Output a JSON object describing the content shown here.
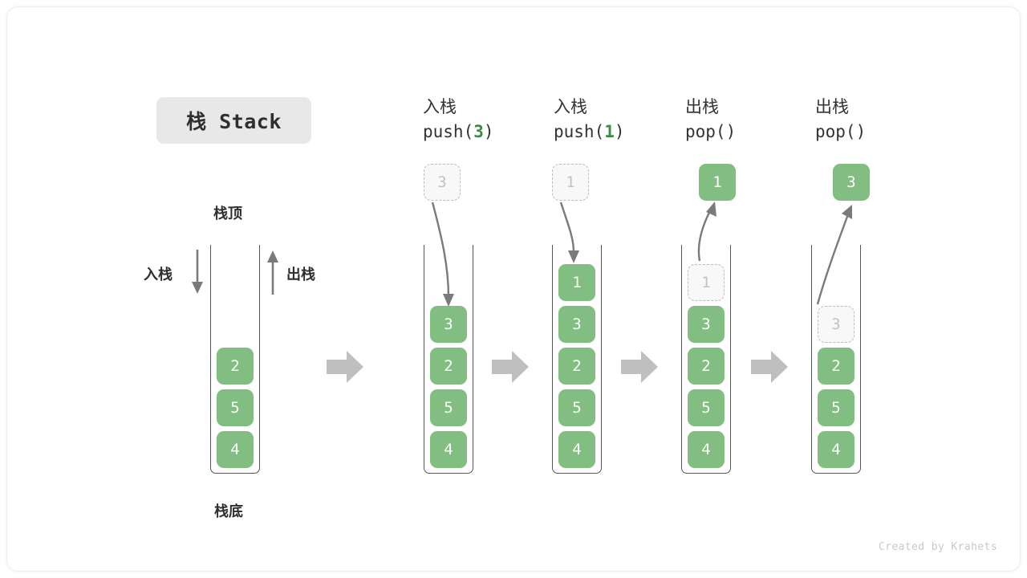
{
  "title": {
    "label": "栈 Stack"
  },
  "colors": {
    "cell_fill": "#82bd82",
    "cell_text": "#ffffff",
    "ghost_fill": "#f8f8f8",
    "ghost_border": "#bdbdbd",
    "ghost_text": "#c2c2c2",
    "container_stroke": "#555555",
    "arrow_gray": "#8c8c8c",
    "accent_number": "#3c8c42",
    "badge_bg": "#e8e8e8"
  },
  "legend": {
    "top_label": "栈顶",
    "bottom_label": "栈底",
    "push_label": "入栈",
    "pop_label": "出栈"
  },
  "columns": [
    {
      "id": "initial",
      "head_cjk": "",
      "head_code": "",
      "code_num": "",
      "floating": null,
      "stack": [
        "2",
        "5",
        "4"
      ],
      "ghost_in_stack": null
    },
    {
      "id": "push-3",
      "head_cjk": "入栈",
      "head_code_prefix": "push(",
      "code_num": "3",
      "head_code_suffix": ")",
      "floating": {
        "value": "3",
        "style": "ghost"
      },
      "stack": [
        "3",
        "2",
        "5",
        "4"
      ],
      "ghost_in_stack": null,
      "arrow": "down"
    },
    {
      "id": "push-1",
      "head_cjk": "入栈",
      "head_code_prefix": "push(",
      "code_num": "1",
      "head_code_suffix": ")",
      "floating": {
        "value": "1",
        "style": "ghost"
      },
      "stack": [
        "1",
        "3",
        "2",
        "5",
        "4"
      ],
      "ghost_in_stack": null,
      "arrow": "down"
    },
    {
      "id": "pop-1",
      "head_cjk": "出栈",
      "head_code_prefix": "pop(",
      "code_num": "",
      "head_code_suffix": ")",
      "floating": {
        "value": "1",
        "style": "filled"
      },
      "stack": [
        "3",
        "2",
        "5",
        "4"
      ],
      "ghost_in_stack": "1",
      "arrow": "up"
    },
    {
      "id": "pop-3",
      "head_cjk": "出栈",
      "head_code_prefix": "pop(",
      "code_num": "",
      "head_code_suffix": ")",
      "floating": {
        "value": "3",
        "style": "filled"
      },
      "stack": [
        "2",
        "5",
        "4"
      ],
      "ghost_in_stack": "3",
      "arrow": "up"
    }
  ],
  "credit": "Created by Krahets"
}
